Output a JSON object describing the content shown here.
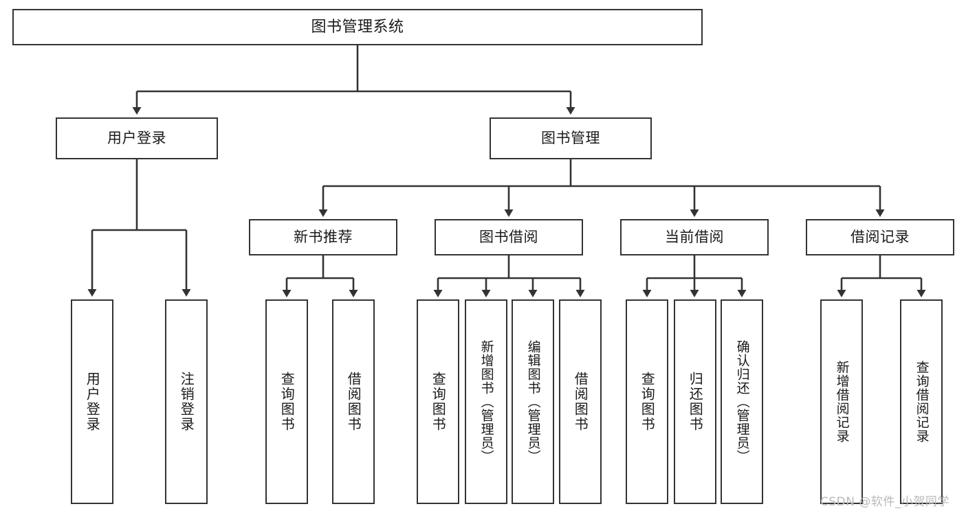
{
  "diagram": {
    "title": "图书管理系统",
    "watermark": "CSDN @软件_小贺同学",
    "colors": {
      "box_border": "#333333",
      "box_fill": "#ffffff",
      "connector": "#333333",
      "text": "#1a1a1a",
      "watermark": "#b9b9b9",
      "background": "#ffffff"
    },
    "nodes": {
      "root": {
        "label": "图书管理系统"
      },
      "level2": [
        {
          "label": "用户登录"
        },
        {
          "label": "图书管理"
        }
      ],
      "level3": [
        {
          "label": "新书推荐"
        },
        {
          "label": "图书借阅"
        },
        {
          "label": "当前借阅"
        },
        {
          "label": "借阅记录"
        }
      ],
      "leaves_user_login": [
        {
          "label": "用户登录"
        },
        {
          "label": "注销登录"
        }
      ],
      "leaves_new_book": [
        {
          "label": "查询图书"
        },
        {
          "label": "借阅图书"
        }
      ],
      "leaves_borrow": [
        {
          "label": "查询图书"
        },
        {
          "label": "新增图书（管理员）"
        },
        {
          "label": "编辑图书（管理员）"
        },
        {
          "label": "借阅图书"
        }
      ],
      "leaves_current": [
        {
          "label": "查询图书"
        },
        {
          "label": "归还图书"
        },
        {
          "label": "确认归还（管理员）"
        }
      ],
      "leaves_record": [
        {
          "label": "新增借阅记录"
        },
        {
          "label": "查询借阅记录"
        }
      ]
    }
  }
}
